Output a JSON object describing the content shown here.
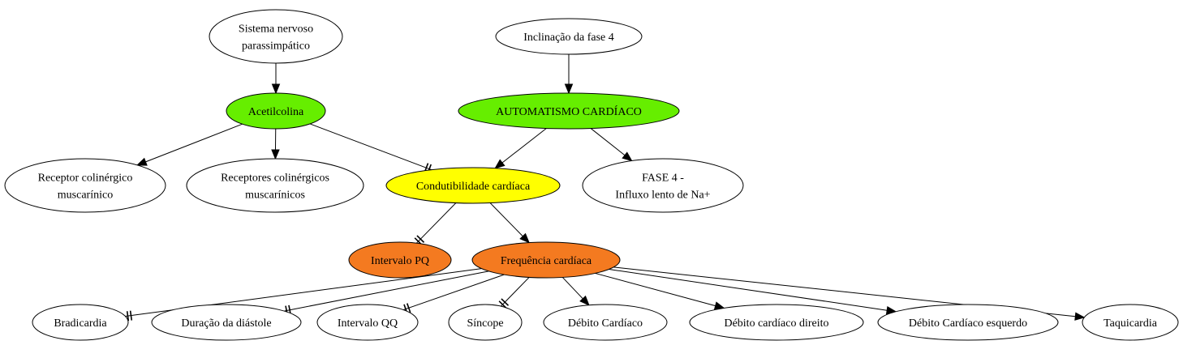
{
  "nodes": [
    {
      "id": "sistema",
      "lines": [
        "Sistema nervoso",
        "parassimpático"
      ],
      "fill": "#ffffff"
    },
    {
      "id": "inclinacao",
      "lines": [
        "Inclinação da fase 4"
      ],
      "fill": "#ffffff"
    },
    {
      "id": "acetilcolina",
      "lines": [
        "Acetilcolina"
      ],
      "fill": "#66ee00"
    },
    {
      "id": "automatismo",
      "lines": [
        "AUTOMATISMO CARDÍACO"
      ],
      "fill": "#66ee00"
    },
    {
      "id": "receptor",
      "lines": [
        "Receptor colinérgico",
        "muscarínico"
      ],
      "fill": "#ffffff"
    },
    {
      "id": "receptores",
      "lines": [
        "Receptores colinérgicos",
        "muscarínicos"
      ],
      "fill": "#ffffff"
    },
    {
      "id": "condutibilidade",
      "lines": [
        "Condutibilidade cardíaca"
      ],
      "fill": "#ffff00"
    },
    {
      "id": "fase4",
      "lines": [
        "FASE 4 -",
        "Influxo lento de Na+"
      ],
      "fill": "#ffffff"
    },
    {
      "id": "intervalopq",
      "lines": [
        "Intervalo PQ"
      ],
      "fill": "#f47a20"
    },
    {
      "id": "frequencia",
      "lines": [
        "Frequência cardíaca"
      ],
      "fill": "#f47a20"
    },
    {
      "id": "bradicardia",
      "lines": [
        "Bradicardia"
      ],
      "fill": "#ffffff"
    },
    {
      "id": "duracao",
      "lines": [
        "Duração da diástole"
      ],
      "fill": "#ffffff"
    },
    {
      "id": "intervaloqq",
      "lines": [
        "Intervalo QQ"
      ],
      "fill": "#ffffff"
    },
    {
      "id": "sincope",
      "lines": [
        "Síncope"
      ],
      "fill": "#ffffff"
    },
    {
      "id": "debito",
      "lines": [
        "Débito Cardíaco"
      ],
      "fill": "#ffffff"
    },
    {
      "id": "debitodireito",
      "lines": [
        "Débito cardíaco direito"
      ],
      "fill": "#ffffff"
    },
    {
      "id": "debitoesquerdo",
      "lines": [
        "Débito Cardíaco esquerdo"
      ],
      "fill": "#ffffff"
    },
    {
      "id": "taquicardia",
      "lines": [
        "Taquicardia"
      ],
      "fill": "#ffffff"
    }
  ],
  "edges": [
    {
      "from": "sistema",
      "to": "acetilcolina",
      "kind": "arrow"
    },
    {
      "from": "inclinacao",
      "to": "automatismo",
      "kind": "arrow"
    },
    {
      "from": "acetilcolina",
      "to": "receptor",
      "kind": "arrow"
    },
    {
      "from": "acetilcolina",
      "to": "receptores",
      "kind": "arrow"
    },
    {
      "from": "acetilcolina",
      "to": "condutibilidade",
      "kind": "inhibit"
    },
    {
      "from": "automatismo",
      "to": "condutibilidade",
      "kind": "arrow"
    },
    {
      "from": "automatismo",
      "to": "fase4",
      "kind": "arrow"
    },
    {
      "from": "condutibilidade",
      "to": "intervalopq",
      "kind": "inhibit"
    },
    {
      "from": "condutibilidade",
      "to": "frequencia",
      "kind": "arrow"
    },
    {
      "from": "frequencia",
      "to": "bradicardia",
      "kind": "inhibit"
    },
    {
      "from": "frequencia",
      "to": "duracao",
      "kind": "inhibit"
    },
    {
      "from": "frequencia",
      "to": "intervaloqq",
      "kind": "inhibit"
    },
    {
      "from": "frequencia",
      "to": "sincope",
      "kind": "inhibit"
    },
    {
      "from": "frequencia",
      "to": "debito",
      "kind": "arrow"
    },
    {
      "from": "frequencia",
      "to": "debitodireito",
      "kind": "arrow"
    },
    {
      "from": "frequencia",
      "to": "debitoesquerdo",
      "kind": "arrow"
    },
    {
      "from": "frequencia",
      "to": "taquicardia",
      "kind": "arrow"
    }
  ]
}
